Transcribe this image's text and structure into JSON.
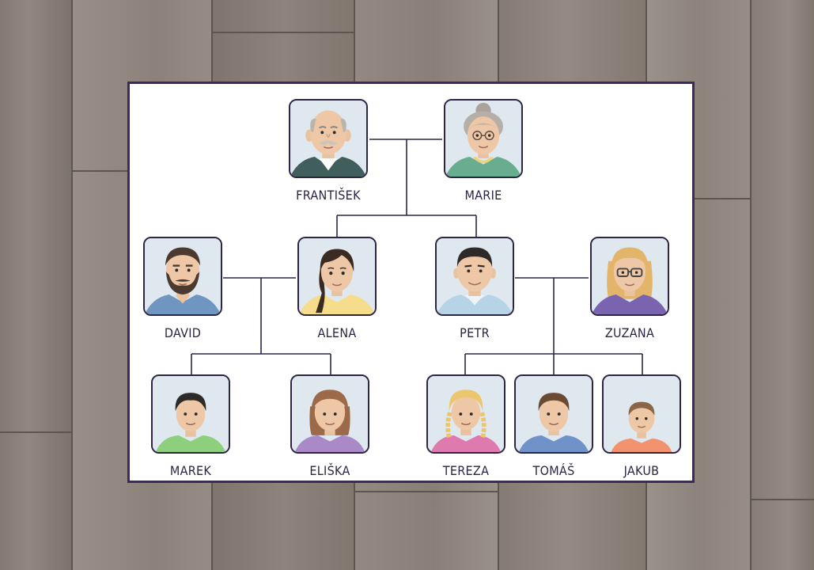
{
  "people": {
    "frantisek": {
      "name": "FRANTIŠEK"
    },
    "marie": {
      "name": "MARIE"
    },
    "david": {
      "name": "DAVID"
    },
    "alena": {
      "name": "ALENA"
    },
    "petr": {
      "name": "PETR"
    },
    "zuzana": {
      "name": "ZUZANA"
    },
    "marek": {
      "name": "MAREK"
    },
    "eliska": {
      "name": "ELIŠKA"
    },
    "tereza": {
      "name": "TEREZA"
    },
    "tomas": {
      "name": "TOMÁŠ"
    },
    "jakub": {
      "name": "JAKUB"
    }
  },
  "colors": {
    "frame": "#3a2b5c",
    "line": "#2e2546",
    "text": "#2c2346"
  }
}
